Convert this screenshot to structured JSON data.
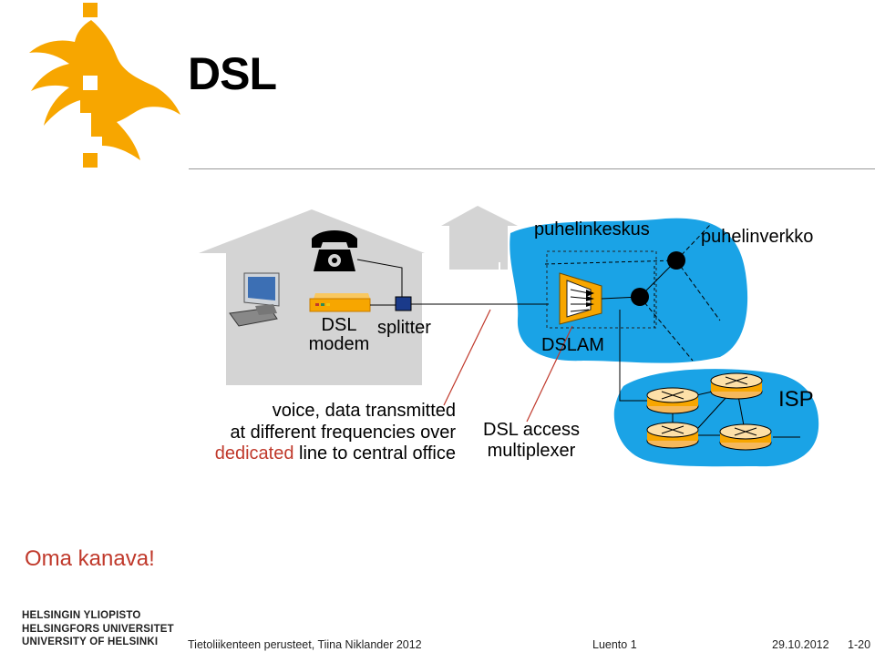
{
  "slide": {
    "title": "DSL",
    "note": "Oma kanava!"
  },
  "diagram": {
    "labels": {
      "dsl_modem": "DSL\nmodem",
      "splitter": "splitter",
      "puhelinkeskus": "puhelinkeskus",
      "puhelinverkko": "puhelinverkko",
      "dslam": "DSLAM",
      "isp": "ISP",
      "dsl_access": "DSL access\nmultiplexer"
    },
    "description": {
      "line1": "voice, data transmitted",
      "line2": "at different frequencies over",
      "line3_red": "dedicated",
      "line3_rest": " line to central office"
    }
  },
  "footer": {
    "university": [
      "HELSINGIN YLIOPISTO",
      "HELSINGFORS UNIVERSITET",
      "UNIVERSITY OF HELSINKI"
    ],
    "course": "Tietoliikenteen perusteet, Tiina Niklander 2012",
    "lecture": "Luento 1",
    "date": "29.10.2012",
    "page": "1-20"
  },
  "colors": {
    "logo": "#f7a600",
    "cloud": "#1aa3e6",
    "house": "#cccccc",
    "accent_red": "#c0392b",
    "modem": "#f7a600",
    "splitter": "#1a3a8a"
  }
}
